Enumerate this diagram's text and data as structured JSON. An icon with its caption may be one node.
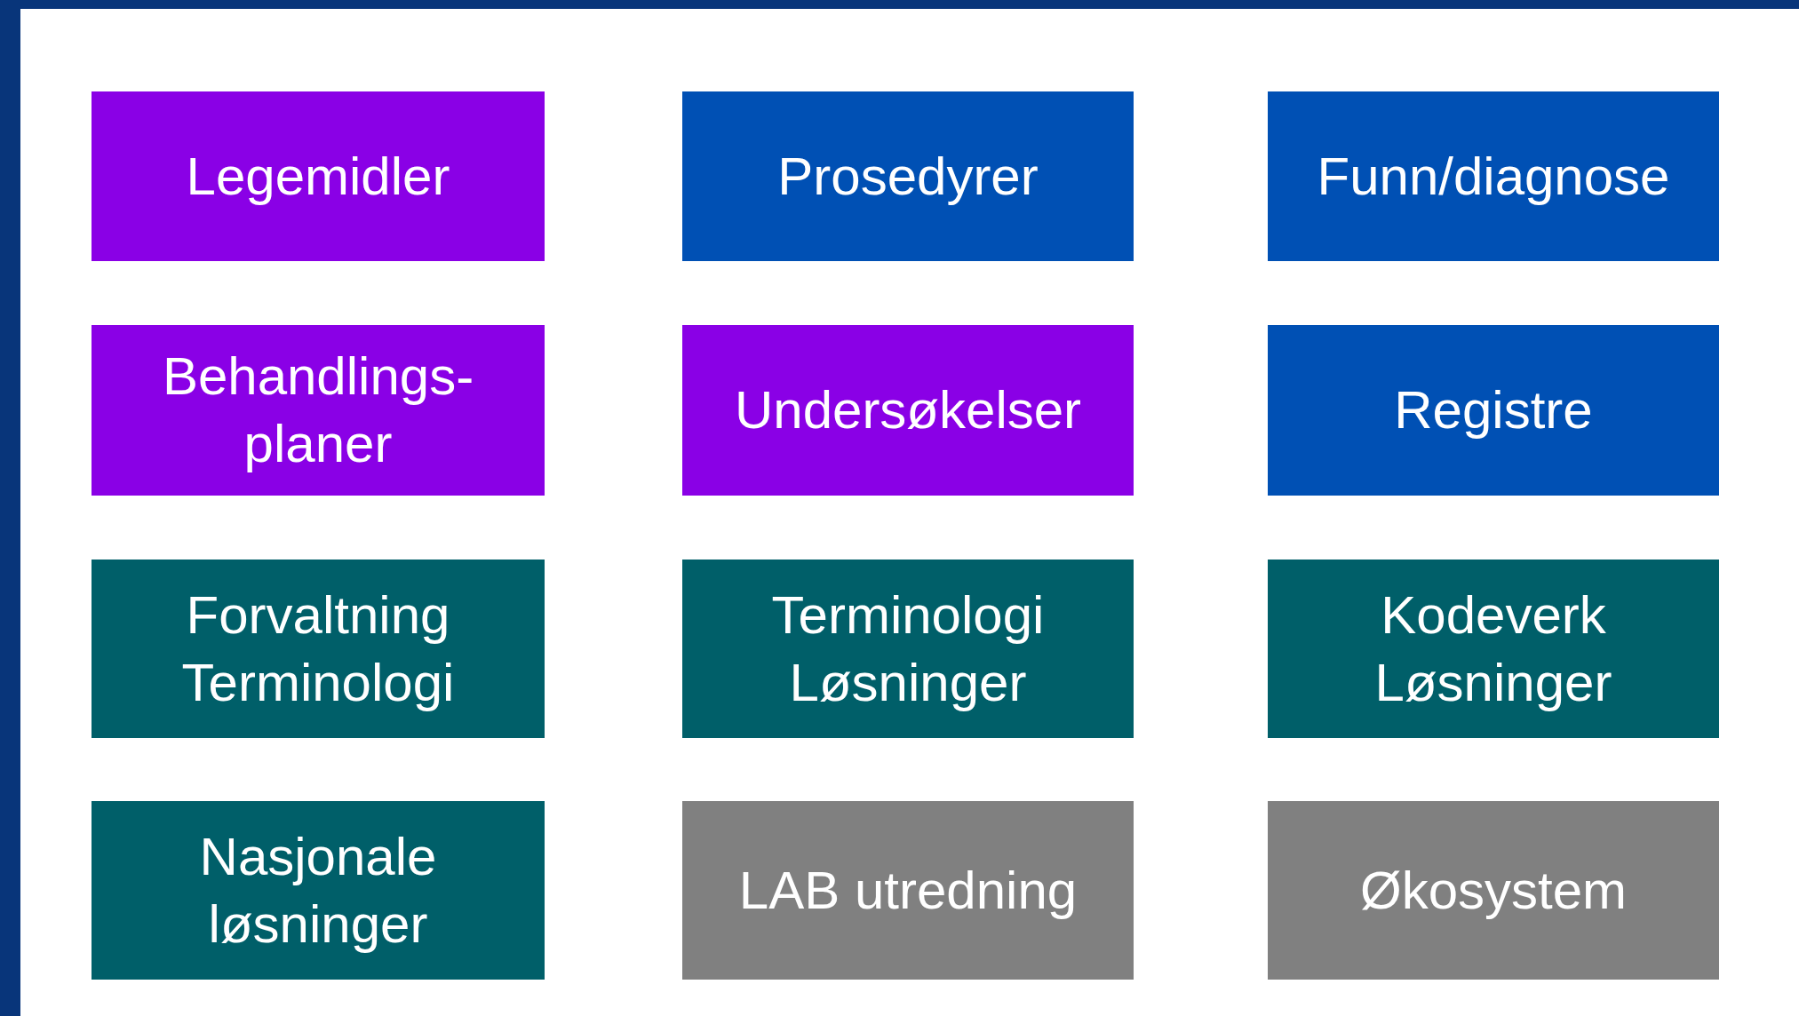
{
  "diagram": {
    "nodes": [
      {
        "text": [
          "Legemidler"
        ]
      },
      {
        "text": [
          "Prosedyrer"
        ]
      },
      {
        "text": [
          "Funn/diagnose"
        ]
      },
      {
        "text": [
          "Behandlings- planer"
        ]
      },
      {
        "text": [
          "Undersøkelser"
        ]
      },
      {
        "text": [
          "Registre"
        ]
      },
      {
        "text": [
          "Forvaltning Terminologi"
        ]
      },
      {
        "text": [
          "Terminologi Løsninger"
        ]
      },
      {
        "text": [
          "Kodeverk Løsninger"
        ]
      },
      {
        "text": [
          "Nasjonale løsninger"
        ]
      },
      {
        "text": [
          "LAB utredning"
        ]
      },
      {
        "text": [
          "Økosystem"
        ]
      }
    ]
  }
}
